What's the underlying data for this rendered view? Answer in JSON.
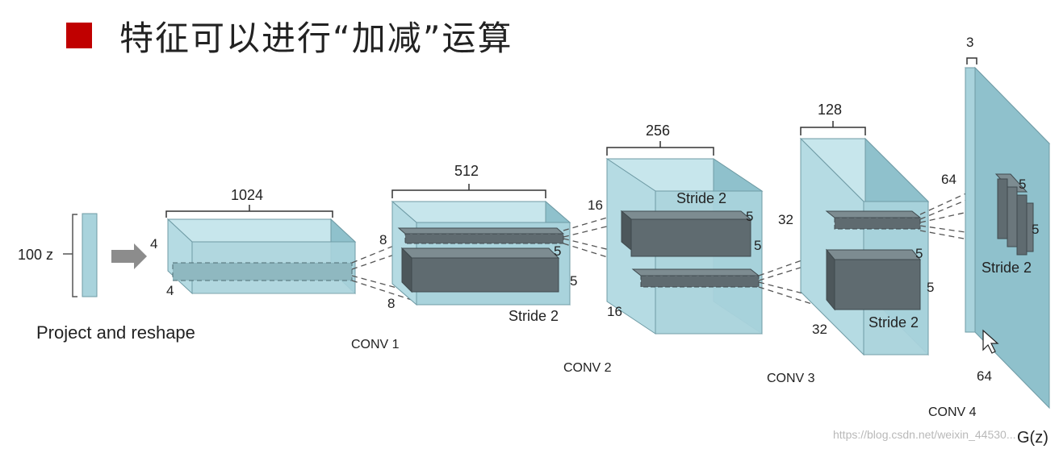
{
  "slide": {
    "bullet_color": "#c00000",
    "title": "特征可以进行“加减”运算"
  },
  "diagram": {
    "input": {
      "dim_label": "100 z",
      "caption": "Project and reshape"
    },
    "block0": {
      "width_label": "1024",
      "height_label": "4",
      "depth_label": "4"
    },
    "conv1": {
      "name": "CONV 1",
      "width_label": "512",
      "height_label": "8",
      "depth_label": "8",
      "kernel_h": "5",
      "kernel_w": "5",
      "stride": "Stride 2"
    },
    "conv2": {
      "name": "CONV 2",
      "width_label": "256",
      "height_label": "16",
      "depth_label": "16",
      "kernel_h": "5",
      "kernel_w": "5",
      "stride": "Stride 2"
    },
    "conv3": {
      "name": "CONV 3",
      "width_label": "128",
      "height_label": "32",
      "depth_label": "32",
      "kernel_h": "5",
      "kernel_w": "5",
      "stride": "Stride 2"
    },
    "conv4": {
      "name": "CONV 4",
      "channels_label": "3",
      "height_label": "64",
      "depth_label": "64",
      "kernel_h": "5",
      "kernel_w": "5",
      "stride": "Stride 2",
      "output_label": "G(z)"
    },
    "colors": {
      "block_front": "#a9d3dc",
      "block_top": "#c7e6ec",
      "block_side": "#8fc1cc",
      "kernel": "#5f6b70",
      "arrow": "#8c8c8c"
    }
  },
  "watermark": "https://blog.csdn.net/weixin_44530..."
}
